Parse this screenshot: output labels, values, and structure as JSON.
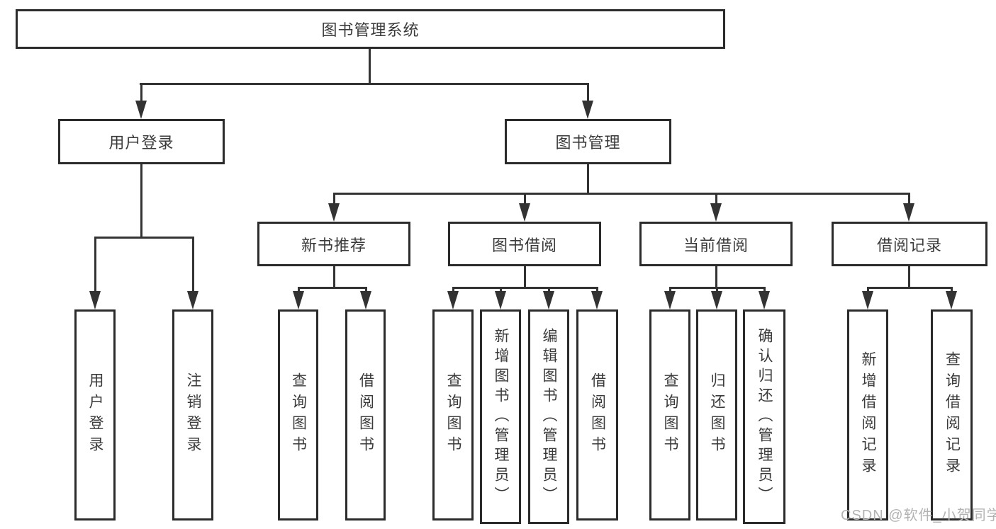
{
  "diagram": {
    "title": "图书管理系统",
    "root": {
      "label": "图书管理系统"
    },
    "level2": [
      {
        "id": "user-login",
        "label": "用户登录"
      },
      {
        "id": "book-management",
        "label": "图书管理"
      }
    ],
    "level3": [
      {
        "id": "new-book-recommend",
        "label": "新书推荐"
      },
      {
        "id": "book-borrow",
        "label": "图书借阅"
      },
      {
        "id": "current-borrow",
        "label": "当前借阅"
      },
      {
        "id": "borrow-records",
        "label": "借阅记录"
      }
    ],
    "leaves": [
      {
        "id": "user-login-leaf",
        "label": "用户登录"
      },
      {
        "id": "logout",
        "label": "注销登录"
      },
      {
        "id": "query-books-1",
        "label": "查询图书"
      },
      {
        "id": "borrow-book-1",
        "label": "借阅图书"
      },
      {
        "id": "query-books-2",
        "label": "查询图书"
      },
      {
        "id": "add-book-admin",
        "label": "新增图书（管理员）"
      },
      {
        "id": "edit-book-admin",
        "label": "编辑图书（管理员）"
      },
      {
        "id": "borrow-book-2",
        "label": "借阅图书"
      },
      {
        "id": "query-books-3",
        "label": "查询图书"
      },
      {
        "id": "return-book",
        "label": "归还图书"
      },
      {
        "id": "confirm-return-admin",
        "label": "确认归还（管理员）"
      },
      {
        "id": "add-borrow-record",
        "label": "新增借阅记录"
      },
      {
        "id": "query-borrow-record",
        "label": "查询借阅记录"
      }
    ]
  },
  "watermark": {
    "text": "CSDN @软件_小贺同学"
  },
  "colors": {
    "background": "#ffffff",
    "border": "#2b2b2b",
    "line": "#333333",
    "text": "#3a3a3a",
    "watermark": "#b3b3b3"
  }
}
